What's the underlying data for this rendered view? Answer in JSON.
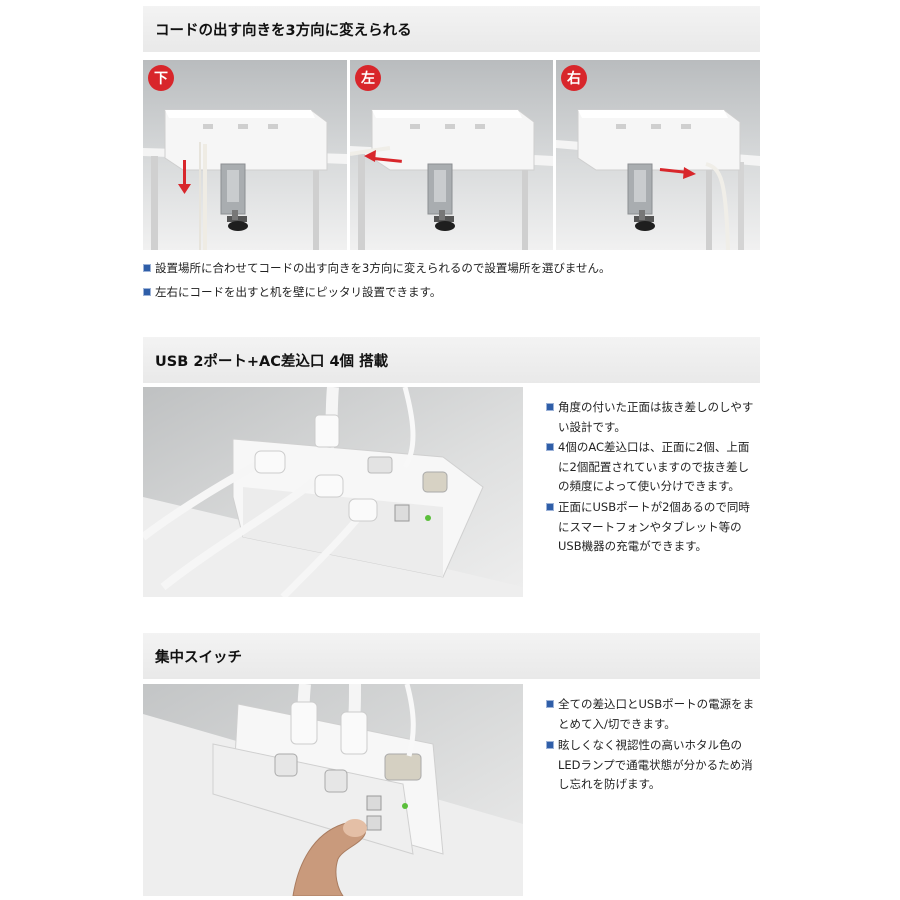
{
  "section1": {
    "title": "コードの出す向きを3方向に変えられる",
    "badges": [
      "下",
      "左",
      "右"
    ],
    "bullets": [
      "設置場所に合わせてコードの出す向きを3方向に変えられるので設置場所を選びません。",
      "左右にコードを出すと机を壁にピッタリ設置できます。"
    ]
  },
  "section2": {
    "title": "USB 2ポート+AC差込口 4個 搭載",
    "bullets": [
      "角度の付いた正面は抜き差しのしやすい設計です。",
      "4個のAC差込口は、正面に2個、上面に2個配置されていますので抜き差しの頻度によって使い分けできます。",
      "正面にUSBポートが2個あるので同時にスマートフォンやタブレット等のUSB機器の充電ができます。"
    ]
  },
  "section3": {
    "title": "集中スイッチ",
    "bullets": [
      "全ての差込口とUSBポートの電源をまとめて入/切できます。",
      "眩しくなく視認性の高いホタル色のLEDランプで通電状態が分かるため消し忘れを防げます。"
    ]
  },
  "colors": {
    "badge": "#d8262b",
    "arrow": "#d8262b",
    "bullet": "#2f5ea8"
  }
}
